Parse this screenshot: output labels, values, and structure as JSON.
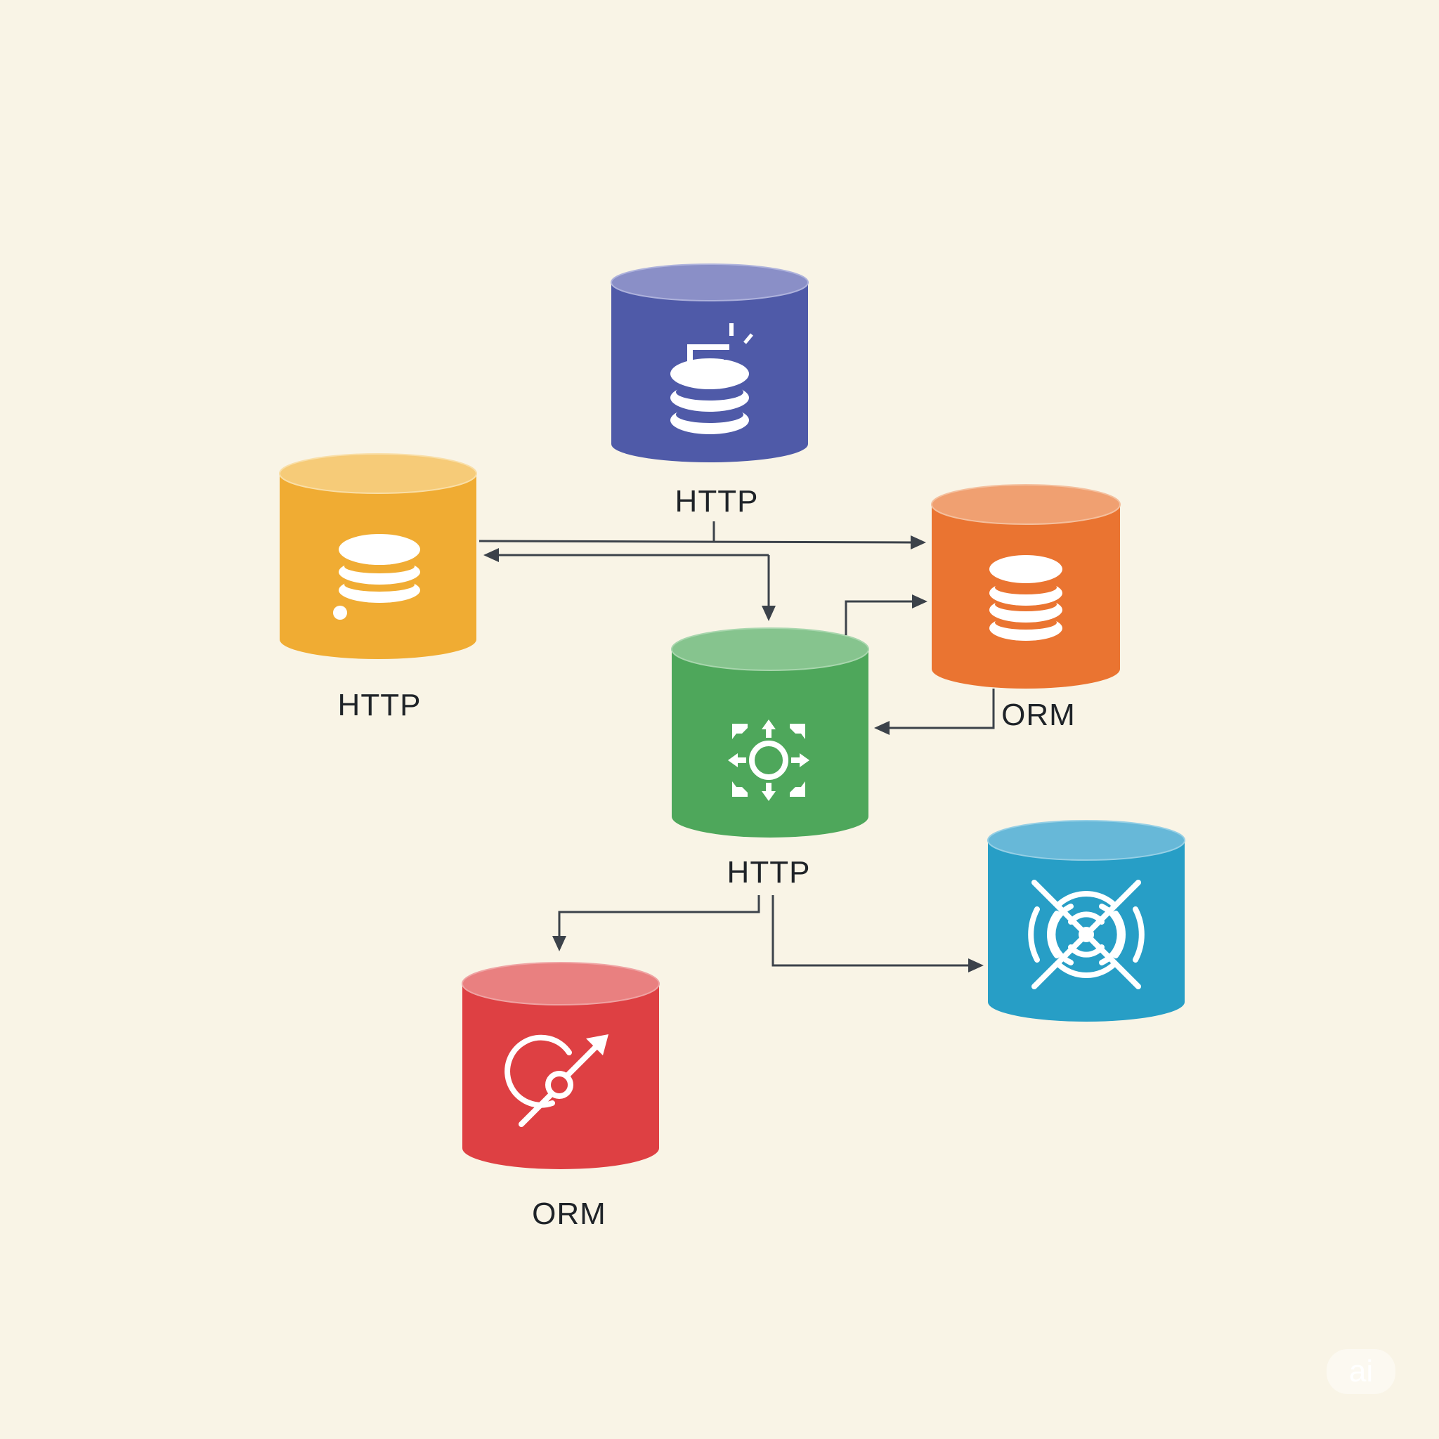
{
  "nodes": [
    {
      "id": "purple",
      "color": "#4f5aa8",
      "top_color": "#8a8fc7",
      "icon": "database-edit-icon",
      "label": "HTTP"
    },
    {
      "id": "yellow",
      "color": "#f0ac33",
      "top_color": "#f6cb78",
      "icon": "database-icon",
      "label": "HTTP"
    },
    {
      "id": "orange",
      "color": "#ea7431",
      "top_color": "#f0a071",
      "icon": "database-icon",
      "label": "ORM"
    },
    {
      "id": "green",
      "color": "#4ea75b",
      "top_color": "#86c48e",
      "icon": "hub-network-icon",
      "label": "HTTP"
    },
    {
      "id": "blue",
      "color": "#279ec6",
      "top_color": "#67b8d8",
      "icon": "signal-cross-icon",
      "label": ""
    },
    {
      "id": "red",
      "color": "#de4043",
      "top_color": "#e98080",
      "icon": "target-arrow-icon",
      "label": "ORM"
    }
  ],
  "edges": [
    {
      "from": "yellow",
      "to": "orange"
    },
    {
      "from": "purple",
      "to": "yellow"
    },
    {
      "from": "purple",
      "to": "green"
    },
    {
      "from": "green",
      "to": "orange"
    },
    {
      "from": "orange",
      "to": "green"
    },
    {
      "from": "green",
      "to": "red"
    },
    {
      "from": "green",
      "to": "blue"
    }
  ],
  "watermark": {
    "text": "ai"
  }
}
